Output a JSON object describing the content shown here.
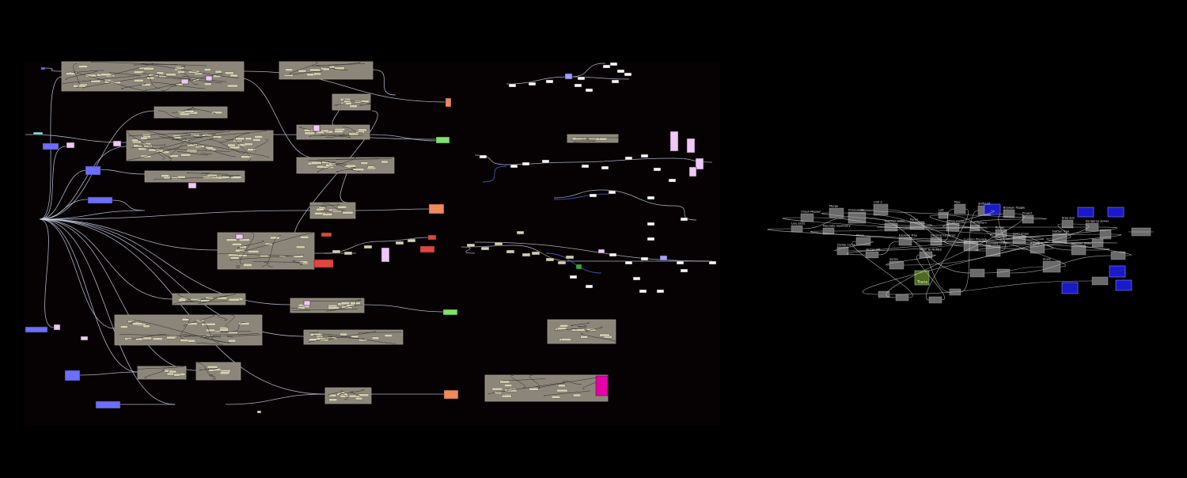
{
  "app": {
    "title": "",
    "colors": {
      "background": "#000000",
      "left_canvas": "#060102",
      "group": "#8c867a",
      "group_border": "#9c958a",
      "node": "#d6d2b0",
      "wire": "#c9d1e6",
      "wire_blue": "#4b63d6",
      "param_blue": "#6d6dff",
      "param_pink": "#f0c8f7",
      "param_green": "#7fe36a",
      "param_orange": "#f08a58",
      "param_red": "#e3443f",
      "param_white": "#ffffff",
      "right_node": "#6a6a6a",
      "right_node_blue": "#1a1ac8",
      "right_node_green": "#4d6b1a"
    }
  },
  "right_graph": {
    "labels": [
      "Line Ends",
      "Graph Mapper",
      "Populate Geometry",
      "Merge",
      "Divide Curve",
      "Interpolate",
      "Move",
      "Vector 2Pt",
      "Unit Z",
      "Number Slider",
      "Series",
      "Explode Tree",
      "Panel",
      "Mesh to NURBS",
      "Deconstruct Brep",
      "Loft",
      "Offset Curve",
      "Pipe",
      "Custom Preview",
      "Cull Pattern",
      "Shift List",
      "Evaluate Curve",
      "Range",
      "Boolean Toggle",
      "Solid Union",
      "Project",
      "Rotate",
      "Scale",
      "Flatten Tree",
      "Brep Join",
      "Number Slider",
      "Kangaroo Solver"
    ],
    "green_node_label": "Trans"
  }
}
